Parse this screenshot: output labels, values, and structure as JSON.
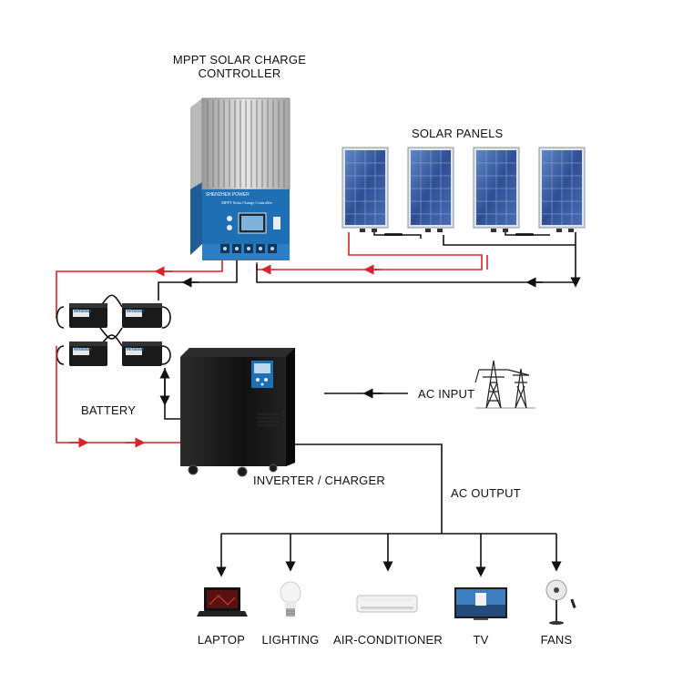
{
  "labels": {
    "controller_line1": "MPPT SOLAR CHARGE",
    "controller_line2": "CONTROLLER",
    "solar_panels": "SOLAR PANELS",
    "battery": "BATTERY",
    "ac_input": "AC INPUT",
    "inverter": "INVERTER / CHARGER",
    "ac_output": "AC OUTPUT",
    "controller_brand": "SHENZHEN POWER",
    "controller_panel_text": "MPPT Solar Charge Controller",
    "battery_brand": "Mhaoan"
  },
  "loads": [
    {
      "label": "LAPTOP",
      "icon": "laptop-icon"
    },
    {
      "label": "LIGHTING",
      "icon": "light-bulb-icon"
    },
    {
      "label": "AIR-CONDITIONER",
      "icon": "air-conditioner-icon"
    },
    {
      "label": "TV",
      "icon": "tv-icon"
    },
    {
      "label": "FANS",
      "icon": "fan-icon"
    }
  ],
  "colors": {
    "positive_wire": "#d9232a",
    "negative_wire": "#111111",
    "controller_blue": "#1f6fb4",
    "panel_blue": "#3b5ea8",
    "inverter_body": "#161616"
  }
}
